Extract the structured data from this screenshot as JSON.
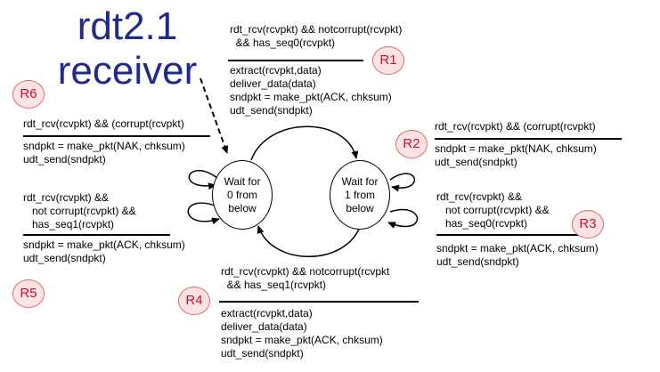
{
  "title": {
    "line1": "rdt2.1",
    "line2": "receiver"
  },
  "states": {
    "wait0": "Wait for\n0 from\nbelow",
    "wait1": "Wait for\n1 from\nbelow"
  },
  "rules": {
    "r1": {
      "badge": "R1",
      "event": "rdt_rcv(rcvpkt) && notcorrupt(rcvpkt)\n  && has_seq0(rcvpkt)",
      "action": "extract(rcvpkt,data)\ndeliver_data(data)\nsndpkt = make_pkt(ACK, chksum)\nudt_send(sndpkt)"
    },
    "r2": {
      "badge": "R2",
      "event": "rdt_rcv(rcvpkt) && (corrupt(rcvpkt)",
      "action": "sndpkt = make_pkt(NAK, chksum)\nudt_send(sndpkt)"
    },
    "r3": {
      "badge": "R3",
      "event": "rdt_rcv(rcvpkt) &&\n   not corrupt(rcvpkt) &&\n   has_seq0(rcvpkt)",
      "action": "sndpkt = make_pkt(ACK, chksum)\nudt_send(sndpkt)"
    },
    "r4": {
      "badge": "R4",
      "event": "rdt_rcv(rcvpkt) && notcorrupt(rcvpkt\n  && has_seq1(rcvpkt)",
      "action": "extract(rcvpkt,data)\ndeliver_data(data)\nsndpkt = make_pkt(ACK, chksum)\nudt_send(sndpkt)"
    },
    "r5": {
      "badge": "R5",
      "event": "rdt_rcv(rcvpkt) &&\n   not corrupt(rcvpkt) &&\n   has_seq1(rcvpkt)",
      "action": "sndpkt = make_pkt(ACK, chksum)\nudt_send(sndpkt)"
    },
    "r6": {
      "badge": "R6",
      "event": "rdt_rcv(rcvpkt) && (corrupt(rcvpkt)",
      "action": "sndpkt = make_pkt(NAK, chksum)\nudt_send(sndpkt)"
    }
  },
  "colors": {
    "title": "#1f2a8c",
    "badge_text": "#c8102e",
    "badge_fill": "#fde3e3",
    "badge_border": "#e06a6a"
  }
}
